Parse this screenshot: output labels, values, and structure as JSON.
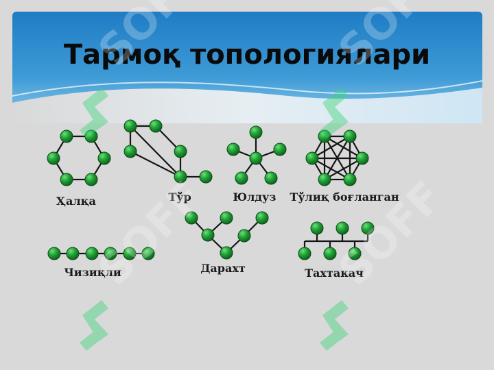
{
  "slide": {
    "title": "Тармоқ топологиялари"
  },
  "topologies": {
    "ring": {
      "label": "Ҳалқа"
    },
    "mesh": {
      "label": "Тўр"
    },
    "star": {
      "label": "Юлдуз"
    },
    "full": {
      "label": "Тўлиқ боғланган"
    },
    "linear": {
      "label": "Чизиқли"
    },
    "tree": {
      "label": "Дарахт"
    },
    "bus": {
      "label": "Тахтакач"
    }
  },
  "watermark": {
    "text": "SOFF"
  },
  "colors": {
    "background": "#d9d9d9",
    "header_blue": "#1e73b8",
    "node_fill": "#1f8f2e",
    "edge": "#141414",
    "watermark_green": "#3fd47a"
  }
}
